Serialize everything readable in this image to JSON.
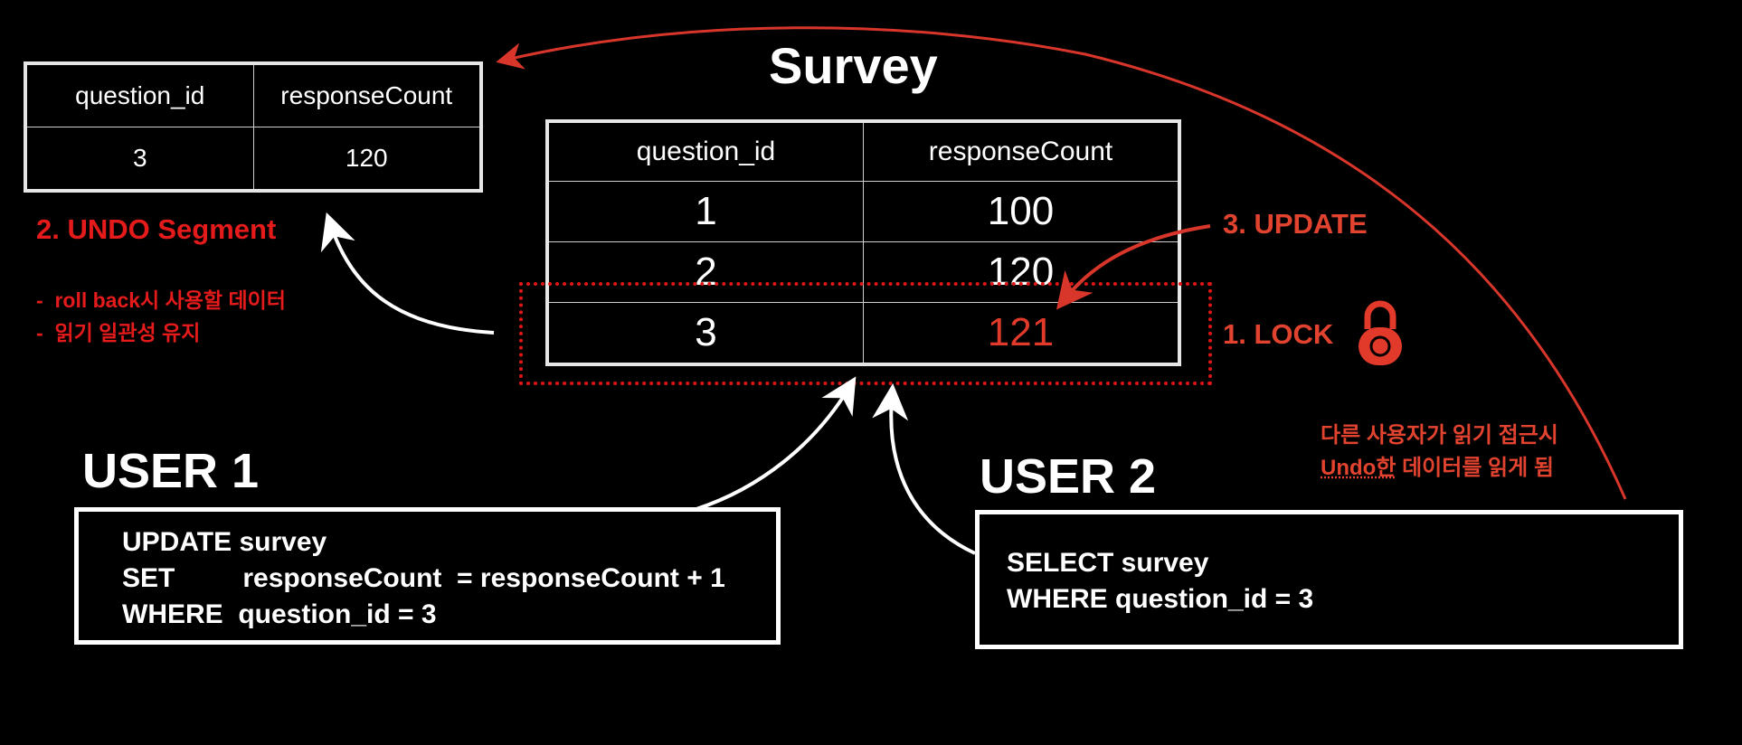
{
  "title": "Survey",
  "undo_table": {
    "headers": [
      "question_id",
      "responseCount"
    ],
    "rows": [
      [
        "3",
        "120"
      ]
    ]
  },
  "survey_table": {
    "headers": [
      "question_id",
      "responseCount"
    ],
    "rows": [
      [
        "1",
        "100"
      ],
      [
        "2",
        "120"
      ],
      [
        "3",
        "121"
      ]
    ],
    "highlight_color": "#e23a2a"
  },
  "labels": {
    "undo_title": "2. UNDO Segment",
    "undo_note_1": "roll back시 사용할 데이터",
    "undo_note_2": "읽기 일관성 유지",
    "update": "3. UPDATE",
    "lock": "1. LOCK",
    "other_note_line1": "다른 사용자가 읽기 접근시",
    "other_note_undo": "Undo한",
    "other_note_rest": " 데이터를 읽게 됨"
  },
  "user1": {
    "title": "USER 1",
    "sql": [
      "UPDATE survey",
      "SET         responseCount  = responseCount + 1",
      "WHERE  question_id = 3"
    ]
  },
  "user2": {
    "title": "USER 2",
    "sql": [
      "SELECT survey",
      "WHERE question_id = 3"
    ]
  },
  "icons": [
    "lock-icon",
    "arrow-icon"
  ],
  "colors": {
    "accent_red": "#e51b1b",
    "background": "#000000",
    "foreground": "#ffffff"
  }
}
